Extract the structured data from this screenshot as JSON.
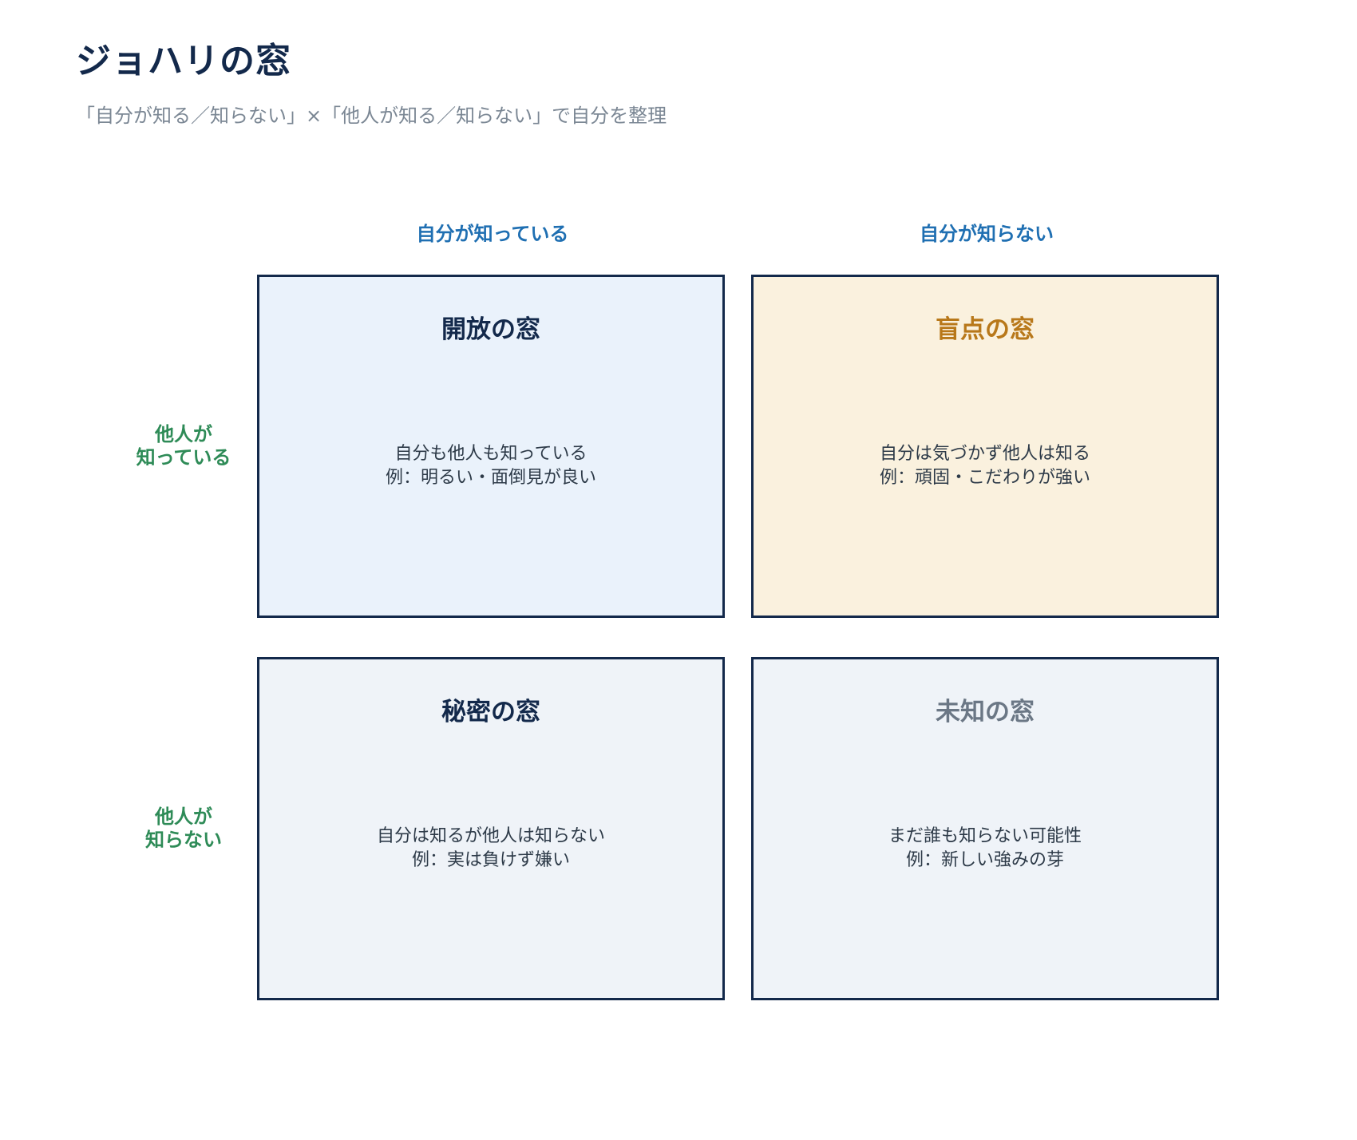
{
  "title": "ジョハリの窓",
  "subtitle": "「自分が知る／知らない」×「他人が知る／知らない」で自分を整理",
  "columns": [
    {
      "label": "自分が知っている"
    },
    {
      "label": "自分が知らない"
    }
  ],
  "rows": [
    {
      "line1": "他人が",
      "line2": "知っている"
    },
    {
      "line1": "他人が",
      "line2": "知らない"
    }
  ],
  "quadrants": {
    "open": {
      "title": "開放の窓",
      "desc1": "自分も他人も知っている",
      "desc2": "例：明るい・面倒見が良い",
      "color": "#eaf2fb"
    },
    "blind": {
      "title": "盲点の窓",
      "desc1": "自分は気づかず他人は知る",
      "desc2": "例：頑固・こだわりが強い",
      "color": "#faf1de"
    },
    "hidden": {
      "title": "秘密の窓",
      "desc1": "自分は知るが他人は知らない",
      "desc2": "例：実は負けず嫌い",
      "color": "#eff3f8"
    },
    "unknown": {
      "title": "未知の窓",
      "desc1": "まだ誰も知らない可能性",
      "desc2": "例：新しい強みの芽",
      "color": "#eff3f8"
    }
  },
  "colors": {
    "title": "#13294b",
    "column_header": "#1f6fb2",
    "row_header": "#2e8b57",
    "border": "#13294b"
  }
}
